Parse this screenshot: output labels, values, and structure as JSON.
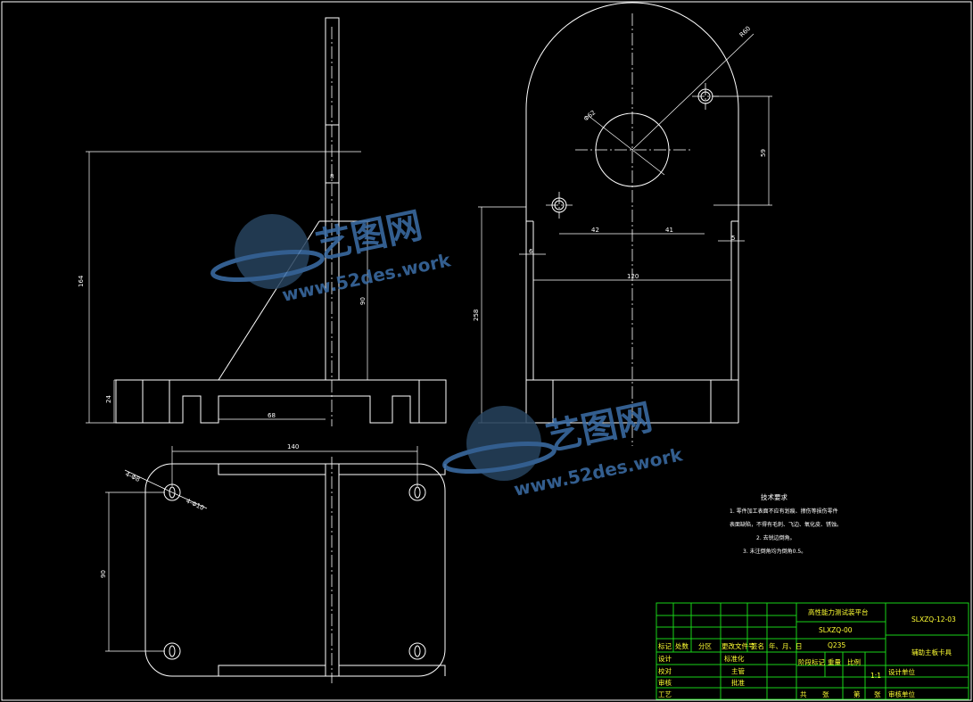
{
  "dimensions": {
    "side_height": "164",
    "side_base": "24",
    "side_slot": "68",
    "side_slot_height": "90",
    "side_plate_thickness": "8",
    "front_radius": "R60",
    "front_hole": "Φ62",
    "front_hole_height": "59",
    "front_left": "42",
    "front_right": "41",
    "front_edge_left": "6",
    "front_edge_right": "5",
    "front_width": "120",
    "front_height": "258",
    "top_width": "140",
    "top_height": "90",
    "top_holes_a": "4-Φ8",
    "top_holes_b": "4-Φ10"
  },
  "notes": {
    "title": "技术要求",
    "lines": [
      "1. 零件加工表面不应有划痕、擦伤等损伤零件",
      "表面缺陷，不得有毛刺、飞边、氧化皮、锈蚀。",
      "2. 去锐边倒角。",
      "3. 未注倒角均为倒角0.5。"
    ]
  },
  "title_block": {
    "project": "高性能力测试装平台",
    "assembly_code": "SLXZQ-00",
    "drawing_code": "SLXZQ-12-03",
    "part_name": "辅助主板卡具",
    "material": "Q235",
    "scale": "1:1",
    "row_labels": [
      "标记",
      "处数",
      "分区",
      "更改文件号",
      "签名",
      "年、月、日"
    ],
    "stage_label": "阶段标记",
    "weight_label": "重量",
    "scale_label": "比例",
    "design": "设计",
    "standardize": "标准化",
    "check": "校对",
    "review": "审核",
    "craft": "工艺",
    "approve": "批准",
    "supervisor": "主管",
    "design_unit": "设计单位",
    "total": "共",
    "sheet": "张",
    "page": "第",
    "sheet2": "张",
    "approve_unit": "审核单位"
  },
  "watermark": {
    "brand": "艺图网",
    "url": "www.52des.work"
  }
}
